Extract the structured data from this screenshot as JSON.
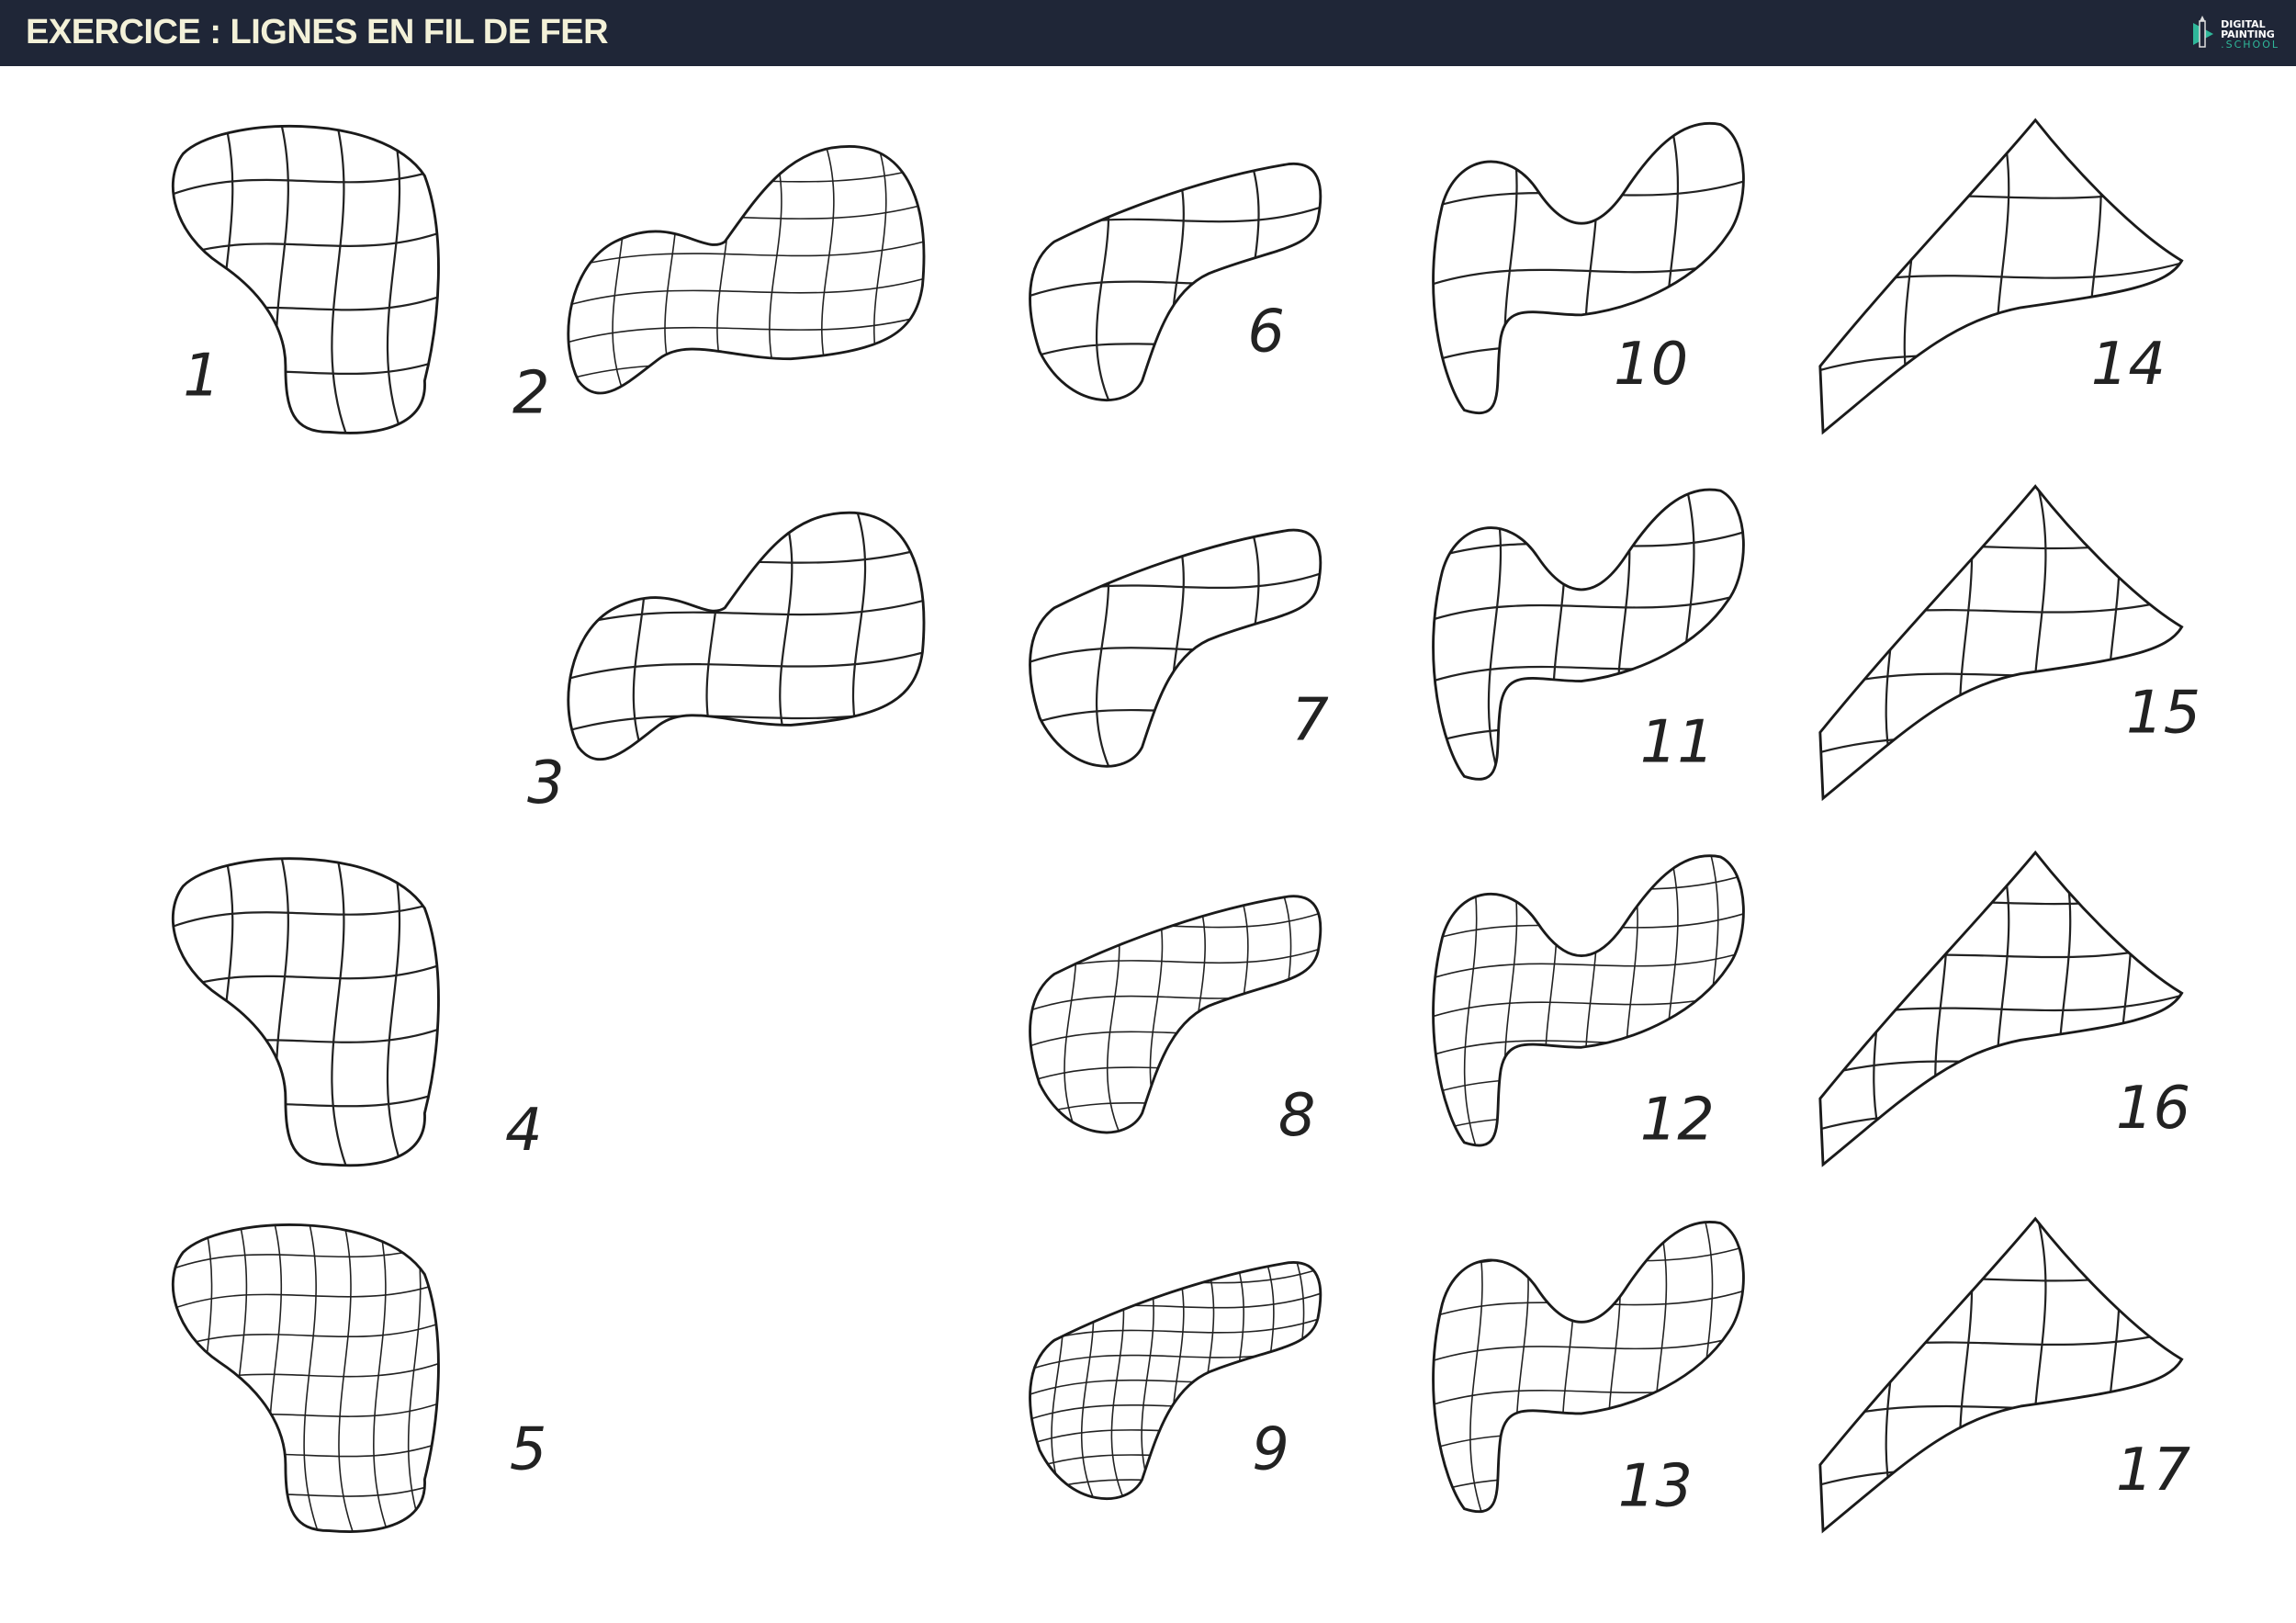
{
  "header": {
    "title": "EXERCICE : LIGNES EN FIL DE FER",
    "logo": {
      "line1": "DIGITAL",
      "line2": "PAINTING",
      "line3": ".SCHOOL"
    },
    "background_color": "#1f2637",
    "title_color": "#f3f1d8",
    "logo_accent_color": "#2fb79a"
  },
  "drawings": [
    {
      "number": "1"
    },
    {
      "number": "2"
    },
    {
      "number": "3"
    },
    {
      "number": "4"
    },
    {
      "number": "5"
    },
    {
      "number": "6"
    },
    {
      "number": "7"
    },
    {
      "number": "8"
    },
    {
      "number": "9"
    },
    {
      "number": "10"
    },
    {
      "number": "11"
    },
    {
      "number": "12"
    },
    {
      "number": "13"
    },
    {
      "number": "14"
    },
    {
      "number": "15"
    },
    {
      "number": "16"
    },
    {
      "number": "17"
    }
  ]
}
